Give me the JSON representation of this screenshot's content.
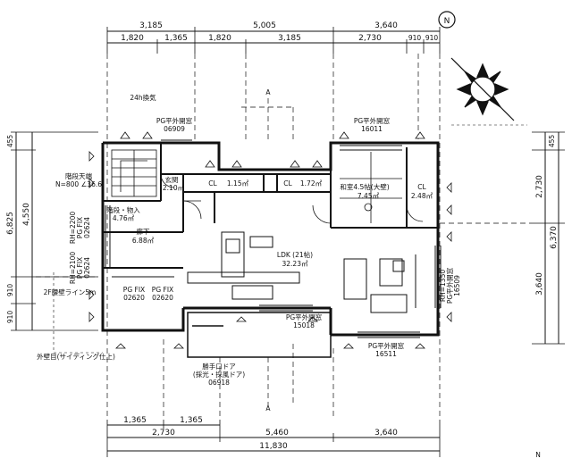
{
  "dims": {
    "top_total": [
      "3,185",
      "5,005",
      "3,640"
    ],
    "top_sub": [
      "1,820",
      "1,365",
      "1,820",
      "3,185",
      "2,730",
      "910",
      "910"
    ],
    "left": [
      "455",
      "4,550",
      "6,825",
      "910",
      "910"
    ],
    "right": [
      "455",
      "2,730",
      "6,370",
      "3,640"
    ],
    "bottom_sub": [
      "1,365",
      "1,365"
    ],
    "bottom_mid": [
      "2,730",
      "5,460",
      "3,640"
    ],
    "bottom_total": "11,830"
  },
  "rooms": {
    "entrance": "玄関",
    "entrance_area": "2.10㎡",
    "stair_hall": "階段・物入",
    "stair_area": "4.76㎡",
    "hall": "廊下",
    "hall_area": "6.88㎡",
    "cl1": "CL",
    "cl1_area": "1.15㎡",
    "cl2": "CL",
    "cl2_area": "1.72㎡",
    "washitsu": "和室4.5帖(大壁)",
    "washitsu_area": "7.45㎡",
    "cl3": "CL",
    "cl3_area": "2.48㎡",
    "ldk": "LDK (21帖)",
    "ldk_area": "32.23㎡"
  },
  "windows": {
    "w_top_left": "PG平外開窓",
    "w_top_left_code": "06909",
    "w_top_right": "PG平外開窓",
    "w_top_right_code": "16011",
    "w_fix1": "PG FIX",
    "w_fix1_code": "02620",
    "w_fix2": "PG FIX",
    "w_fix2_code": "02620",
    "w_left_a": "PG FIX",
    "w_left_a_code": "02624",
    "w_left_b": "PG FIX",
    "w_left_b_code": "02624",
    "w_mid_bottom": "PG平外開窓",
    "w_mid_bottom_code": "15018",
    "w_right_bottom": "PG平外開窓",
    "w_right_bottom_code": "16511",
    "w_right_side": "PG平外開窓",
    "w_right_side_code": "16509",
    "w_door": "勝手口ドア",
    "w_door_sub": "(採光・採風ドア)",
    "w_door_code": "06918"
  },
  "notes": {
    "vent": "24h換気",
    "stair_spec": "階段天端",
    "stair_spec2": "N=800 ∠36.6",
    "window_sill_a": "RH=2200",
    "window_sill_b": "RH=2100",
    "window_sill_c": "RH=1350",
    "siding_line": "2F腰壁ライン5m",
    "exterior_wall": "外壁目(サイディング仕上)",
    "grid_mark": "A"
  },
  "compass": {
    "label": "N"
  }
}
